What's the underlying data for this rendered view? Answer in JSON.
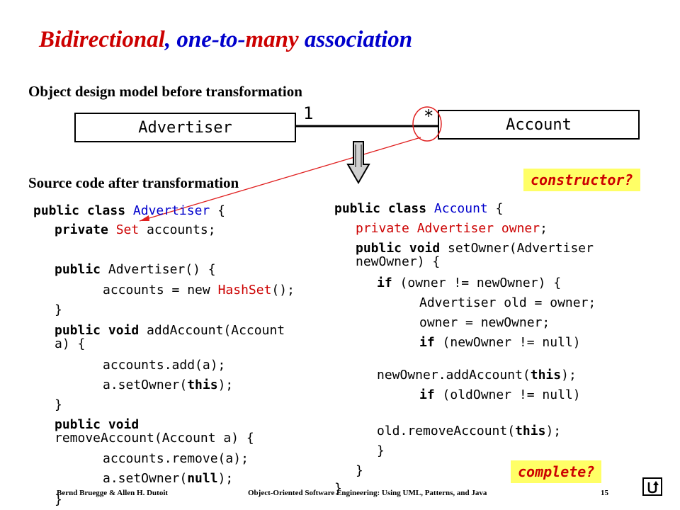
{
  "title": {
    "part1": "Bidirectional",
    "part2": ",",
    "part3": " one-to-",
    "part4": "many",
    "part5": " association"
  },
  "headings": {
    "before": "Object design model before transformation",
    "after": "Source code after transformation"
  },
  "uml": {
    "left_class": "Advertiser",
    "right_class": "Account",
    "mult_left": "1",
    "mult_right": "*"
  },
  "callouts": {
    "constructor": "constructor?",
    "complete": "complete?"
  },
  "advertiser_code": {
    "l1a": "public class ",
    "l1b": "Advertiser",
    "l1c": " {",
    "l2a": "private ",
    "l2b": "Set",
    "l2c": " accounts;",
    "l3a": "public",
    "l3b": " Advertiser() {",
    "l4a": "accounts = new ",
    "l4b": "HashSet",
    "l4c": "();",
    "l5": "}",
    "l6a": "public void",
    "l6b": " addAccount(Account",
    "l7": "a) {",
    "l8": "accounts.add(a);",
    "l9a": "a.setOwner(",
    "l9b": "this",
    "l9c": ");",
    "l10": "}",
    "l11": "public void",
    "l12": "removeAccount(Account a) {",
    "l13": "accounts.remove(a);",
    "l14a": "a.setOwner(",
    "l14b": "null",
    "l14c": ");",
    "l15": "}"
  },
  "account_code": {
    "l1a": "public class ",
    "l1b": "Account",
    "l1c": " {",
    "l2a": "private",
    "l2b": " Advertiser owner",
    "l2c": ";",
    "l3a": "public void",
    "l3b": " setOwner(Advertiser",
    "l4": "newOwner) {",
    "l5a": "if",
    "l5b": " (owner != newOwner) {",
    "l6": "Advertiser old = owner;",
    "l7": "owner = newOwner;",
    "l8a": "if",
    "l8b": " (newOwner != null)",
    "l9a": "newOwner.addAccount(",
    "l9b": "this",
    "l9c": ");",
    "l10a": "if",
    "l10b": " (oldOwner != null)",
    "l11a": "old.removeAccount(",
    "l11b": "this",
    "l11c": ");",
    "l12": "}",
    "l13": "}",
    "l14": "}"
  },
  "footer": {
    "authors": "Bernd Bruegge & Allen H. Dutoit",
    "book": "Object-Oriented Software Engineering: Using UML, Patterns, and Java",
    "page": "15"
  },
  "colors": {
    "title_red": "#cc0000",
    "title_blue": "#0000cc",
    "callout_bg": "#ffff66"
  },
  "icons": {
    "back": "u-turn-back-icon",
    "arrow": "down-arrow-icon"
  }
}
